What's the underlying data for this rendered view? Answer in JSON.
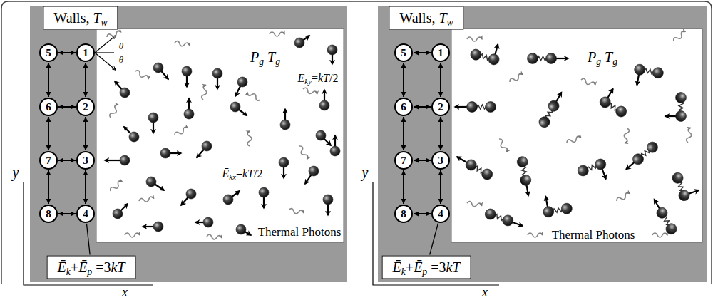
{
  "diagram": {
    "nodes": [
      {
        "text": [
          "Walls, Tw"
        ]
      },
      {
        "text": [
          "5"
        ]
      },
      {
        "text": [
          "1"
        ]
      },
      {
        "text": [
          "6"
        ]
      },
      {
        "text": [
          "2"
        ]
      },
      {
        "text": [
          "7"
        ]
      },
      {
        "text": [
          "3"
        ]
      },
      {
        "text": [
          "8"
        ]
      },
      {
        "text": [
          "4"
        ]
      },
      {
        "text": [
          "Ēk+Ēp =3kT"
        ]
      },
      {
        "text": [
          "Walls, Tw"
        ]
      },
      {
        "text": [
          "5"
        ]
      },
      {
        "text": [
          "1"
        ]
      },
      {
        "text": [
          "6"
        ]
      },
      {
        "text": [
          "2"
        ]
      },
      {
        "text": [
          "7"
        ]
      },
      {
        "text": [
          "3"
        ]
      },
      {
        "text": [
          "8"
        ]
      },
      {
        "text": [
          "4"
        ]
      },
      {
        "text": [
          "Ēk+Ēp =3kT"
        ]
      }
    ],
    "edges": [
      {
        "from": 1,
        "to": 2,
        "arrow": "both"
      },
      {
        "from": 1,
        "to": 3,
        "arrow": "both"
      },
      {
        "from": 2,
        "to": 4,
        "arrow": "both"
      },
      {
        "from": 3,
        "to": 4,
        "arrow": "both"
      },
      {
        "from": 3,
        "to": 5,
        "arrow": "both"
      },
      {
        "from": 4,
        "to": 6,
        "arrow": "both"
      },
      {
        "from": 5,
        "to": 6,
        "arrow": "both"
      },
      {
        "from": 5,
        "to": 7,
        "arrow": "both"
      },
      {
        "from": 6,
        "to": 8,
        "arrow": "both"
      },
      {
        "from": 7,
        "to": 8,
        "arrow": "both"
      },
      {
        "from": 8,
        "to": 9,
        "arrow": "none"
      },
      {
        "from": 11,
        "to": 12,
        "arrow": "both"
      },
      {
        "from": 11,
        "to": 13,
        "arrow": "both"
      },
      {
        "from": 12,
        "to": 14,
        "arrow": "both"
      },
      {
        "from": 13,
        "to": 14,
        "arrow": "both"
      },
      {
        "from": 13,
        "to": 15,
        "arrow": "both"
      },
      {
        "from": 14,
        "to": 16,
        "arrow": "both"
      },
      {
        "from": 15,
        "to": 16,
        "arrow": "both"
      },
      {
        "from": 15,
        "to": 17,
        "arrow": "both"
      },
      {
        "from": 16,
        "to": 18,
        "arrow": "both"
      },
      {
        "from": 17,
        "to": 18,
        "arrow": "both"
      },
      {
        "from": 18,
        "to": 19,
        "arrow": "none"
      }
    ],
    "labels": [
      "θ",
      "θ",
      "Pg Tg",
      "Ēky=kT/2",
      "Ēkx=kT/2",
      "Thermal Photons",
      "y",
      "x",
      "Pg Tg",
      "Thermal Photons",
      "y",
      "x"
    ]
  }
}
